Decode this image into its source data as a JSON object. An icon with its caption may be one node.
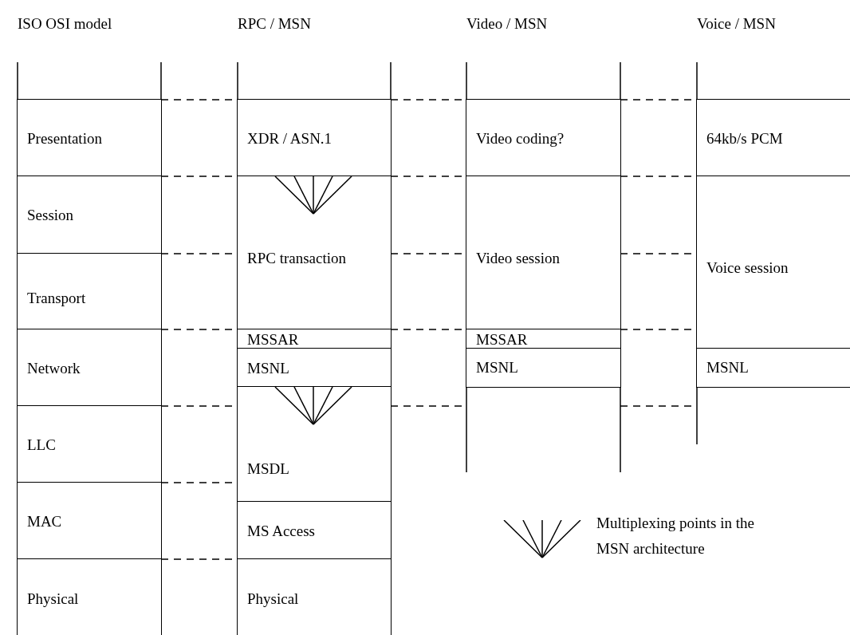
{
  "diagram": {
    "nodes": [
      {
        "text": [
          "Presentation"
        ]
      },
      {
        "text": [
          "Session"
        ]
      },
      {
        "text": [
          "Transport"
        ]
      },
      {
        "text": [
          "Network"
        ]
      },
      {
        "text": [
          "LLC"
        ]
      },
      {
        "text": [
          "MAC"
        ]
      },
      {
        "text": [
          "Physical"
        ]
      },
      {
        "text": [
          "XDR / ASN.1"
        ]
      },
      {
        "text": [
          "RPC transaction"
        ]
      },
      {
        "text": [
          "MSSAR"
        ]
      },
      {
        "text": [
          "MSNL"
        ]
      },
      {
        "text": [
          "MSDL"
        ]
      },
      {
        "text": [
          "MS Access"
        ]
      },
      {
        "text": [
          "Physical"
        ]
      },
      {
        "text": [
          "Video coding?"
        ]
      },
      {
        "text": [
          "Video session"
        ]
      },
      {
        "text": [
          "MSSAR"
        ]
      },
      {
        "text": [
          "MSNL"
        ]
      },
      {
        "text": [
          "64kb/s PCM"
        ]
      },
      {
        "text": [
          "Voice session"
        ]
      },
      {
        "text": [
          "MSNL"
        ]
      }
    ],
    "edges": [],
    "labels": [
      "ISO OSI model",
      "RPC / MSN",
      "Video / MSN",
      "Voice / MSN"
    ],
    "legend": [
      {
        "text": "Multiplexing points in the MSN architecture"
      }
    ]
  }
}
